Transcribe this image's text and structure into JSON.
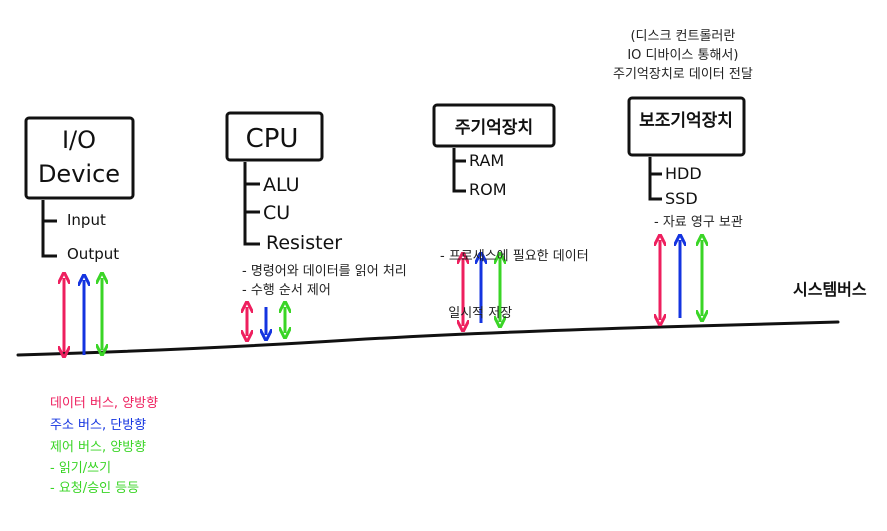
{
  "colors": {
    "data_bus": "#ee1f5e",
    "address_bus": "#1434e0",
    "control_bus": "#3ad526",
    "ink": "#111111"
  },
  "io_device": {
    "title_line1": "I/O",
    "title_line2": "Device",
    "items": [
      "Input",
      "Output"
    ]
  },
  "cpu": {
    "title": "CPU",
    "items": [
      "ALU",
      "CU",
      "Resister"
    ],
    "notes": [
      "- 명령어와 데이터를 읽어 처리",
      "- 수행 순서 제어"
    ]
  },
  "main_memory": {
    "title": "주기억장치",
    "items": [
      "RAM",
      "ROM"
    ],
    "notes": [
      "- 프로세스에 필요한 데이터",
      "  일시적 저장"
    ]
  },
  "secondary_storage": {
    "title": "보조기억장치",
    "items": [
      "HDD",
      "SSD"
    ],
    "notes": [
      "- 자료 영구 보관"
    ],
    "top_note": [
      "(디스크 컨트롤러란",
      "IO 디바이스 통해서)",
      "주기억장치로 데이터 전달"
    ]
  },
  "system_bus_label": "시스템버스",
  "legend": [
    "데이터 버스, 양방향",
    "주소 버스, 단방향",
    "제어 버스, 양방향",
    "- 읽기/쓰기",
    "- 요청/승인 등등"
  ]
}
